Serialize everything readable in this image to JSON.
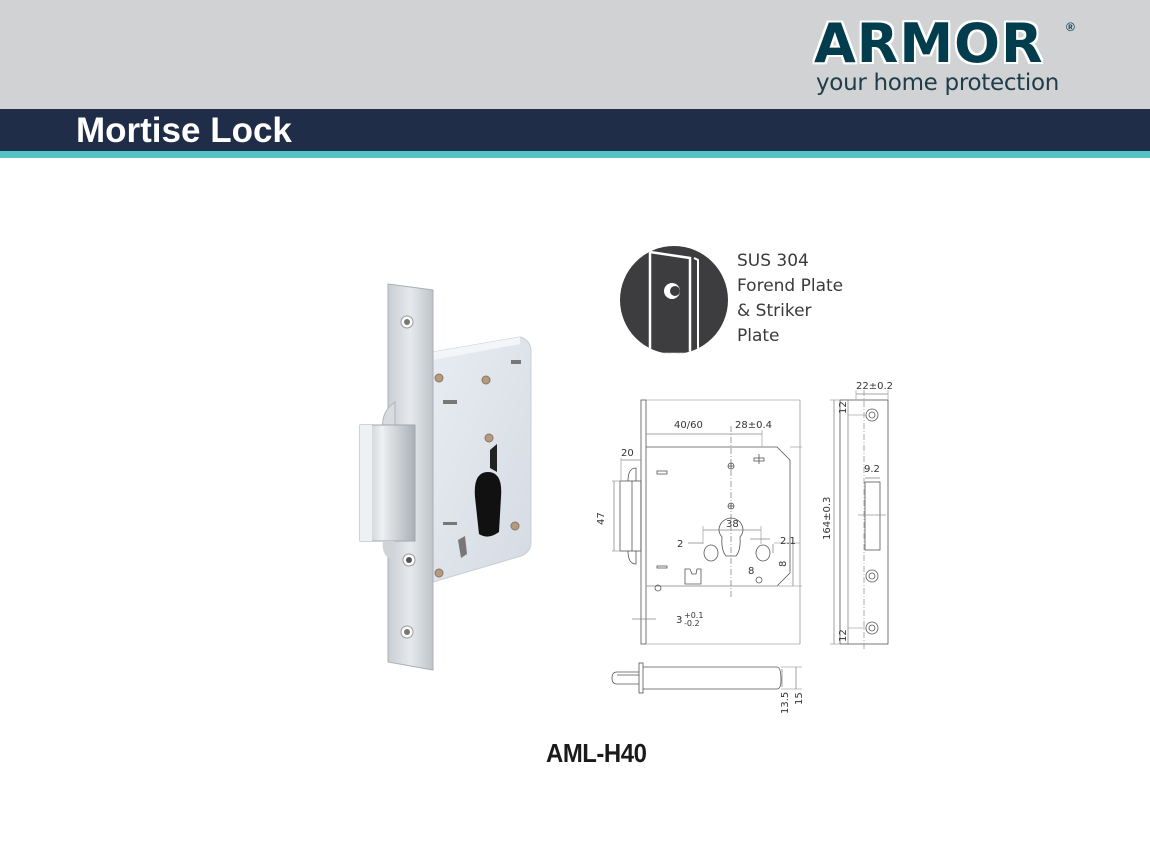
{
  "header": {
    "brand": {
      "name": "ARMOR",
      "registered_mark": "®",
      "tagline": "your home protection",
      "color": "#013d4c"
    },
    "title": "Mortise Lock",
    "colors": {
      "top_band": "#d1d2d4",
      "title_band": "#1f2d49",
      "accent_stripe": "#55c3c6"
    }
  },
  "feature": {
    "icon": "door-icon",
    "lines": [
      "SUS 304",
      "Forend Plate",
      "& Striker",
      "Plate"
    ]
  },
  "drawing": {
    "front_view": {
      "dims": {
        "backset": "40/60",
        "forend_to_edge": "28±0.4",
        "latch_projection": "20",
        "latch_height": "47",
        "cylinder_width": "38",
        "cylinder_offset": "2",
        "screw_offset": "2.1",
        "screw_dia_h": "8",
        "screw_dia_v": "8",
        "forend_thickness": "3",
        "forend_tol_plus": "+0.1",
        "forend_tol_minus": "-0.2"
      }
    },
    "side_view": {
      "dims": {
        "height_inner": "13.5",
        "height_outer": "15"
      }
    },
    "striker_plate": {
      "dims": {
        "width": "22±0.2",
        "length": "164±0.3",
        "hole_top": "12",
        "hole_bottom": "12",
        "slot_width": "9.2"
      }
    }
  },
  "product": {
    "image": "mortise-lock-photo",
    "model": "AML-H40"
  }
}
